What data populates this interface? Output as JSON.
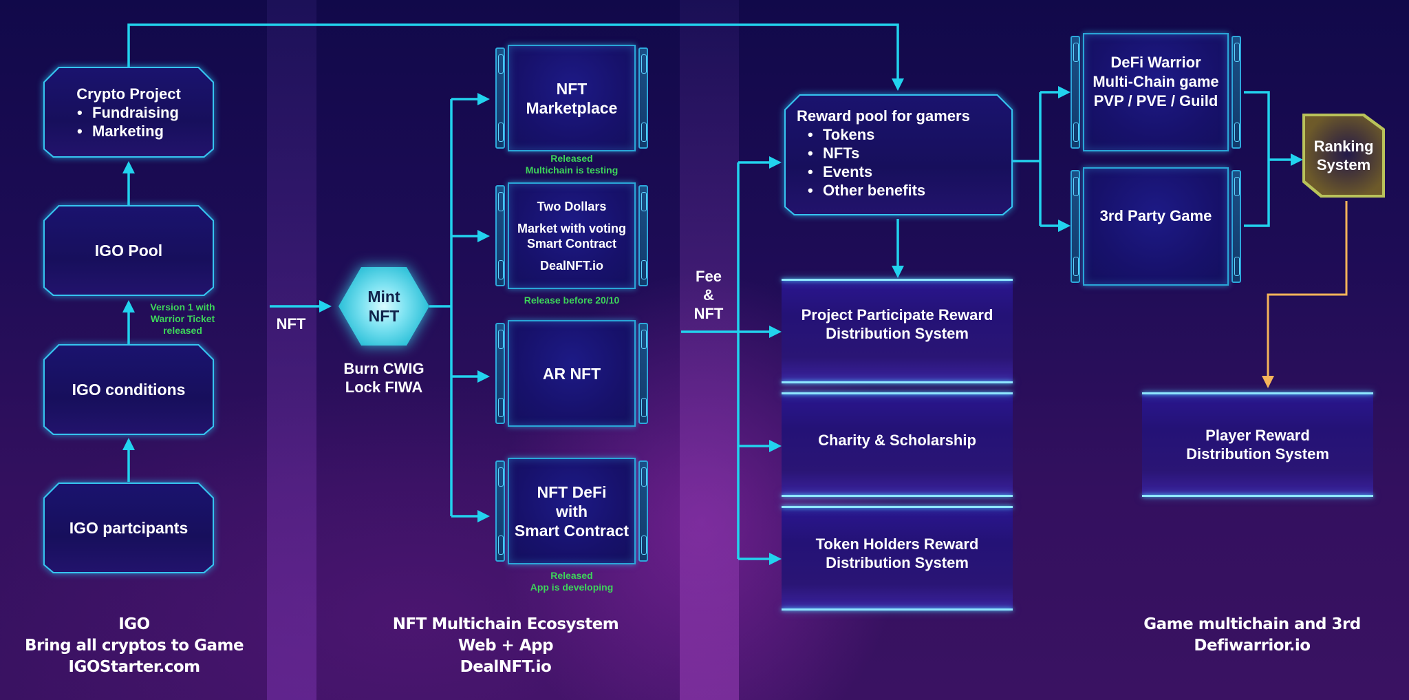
{
  "colors": {
    "connector": "#22d3ee",
    "ranking_connector": "#f5b45a",
    "status_note": "#3dd45a",
    "ranking_border": "#b9c25a"
  },
  "igo": {
    "crypto_project": {
      "title": "Crypto Project",
      "bullets": [
        "Fundraising",
        "Marketing"
      ]
    },
    "igo_pool": "IGO Pool",
    "igo_conditions": "IGO conditions",
    "igo_participants": "IGO partcipants",
    "version_note": [
      "Version 1 with",
      "Warrior Ticket",
      "released"
    ],
    "footer": [
      "IGO",
      "Bring all cryptos to Game",
      "IGOStarter.com"
    ]
  },
  "nft": {
    "flow_label": "NFT",
    "mint": [
      "Mint",
      "NFT"
    ],
    "burn_lock": [
      "Burn CWIG",
      "Lock FIWA"
    ],
    "marketplace": [
      "NFT",
      "Marketplace"
    ],
    "marketplace_note": [
      "Released",
      "Multichain is testing"
    ],
    "two_dollars": {
      "line1": "Two Dollars",
      "line2": "Market with voting",
      "line3": "Smart Contract",
      "line4": "DealNFT.io"
    },
    "two_dollars_note": "Release before 20/10",
    "ar_nft": "AR NFT",
    "defi": [
      "NFT DeFi",
      "with",
      "Smart Contract"
    ],
    "defi_note": [
      "Released",
      "App is developing"
    ],
    "footer": [
      "NFT Multichain Ecosystem",
      "Web + App",
      "DealNFT.io"
    ]
  },
  "rewards": {
    "fee_label": [
      "Fee",
      "&",
      "NFT"
    ],
    "pool": {
      "title": "Reward pool for gamers",
      "bullets": [
        "Tokens",
        "NFTs",
        "Events",
        "Other benefits"
      ]
    },
    "project_participate": [
      "Project Participate Reward",
      "Distribution System"
    ],
    "charity": "Charity & Scholarship",
    "token_holders": [
      "Token Holders Reward",
      "Distribution System"
    ]
  },
  "games": {
    "defi_warrior": [
      "DeFi Warrior",
      "Multi-Chain game",
      "PVP / PVE / Guild"
    ],
    "third_party": "3rd Party Game",
    "ranking": [
      "Ranking",
      "System"
    ],
    "player_reward": [
      "Player Reward",
      "Distribution System"
    ],
    "footer": [
      "Game multichain and 3rd",
      "Defiwarrior.io"
    ]
  }
}
